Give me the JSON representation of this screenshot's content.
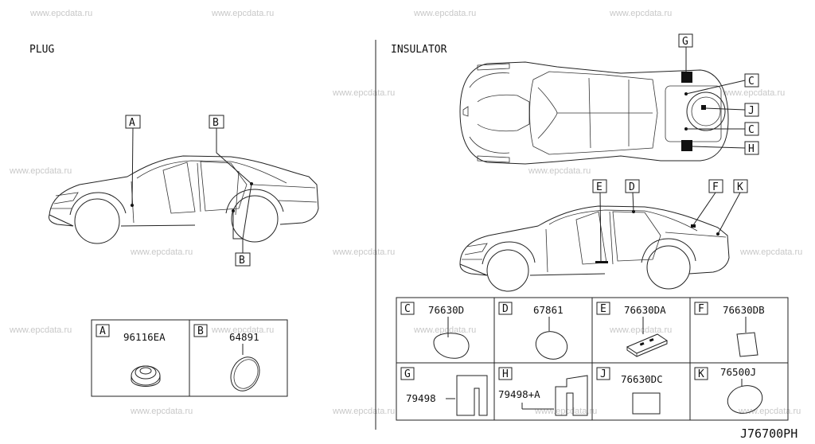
{
  "watermark": "www.epcdata.ru",
  "sections": {
    "plug": "PLUG",
    "insulator": "INSULATOR"
  },
  "drawing_code": "J76700PH",
  "callouts": {
    "plug_a": "A",
    "plug_b_top": "B",
    "plug_b_bottom": "B",
    "ins_g": "G",
    "ins_c_top": "C",
    "ins_j": "J",
    "ins_c_bottom": "C",
    "ins_h": "H",
    "ins_e": "E",
    "ins_d": "D",
    "ins_f": "F",
    "ins_k": "K"
  },
  "plug_parts": [
    {
      "letter": "A",
      "part_no": "96116EA"
    },
    {
      "letter": "B",
      "part_no": "64891"
    }
  ],
  "insulator_parts": [
    {
      "letter": "C",
      "part_no": "76630D"
    },
    {
      "letter": "D",
      "part_no": "67861"
    },
    {
      "letter": "E",
      "part_no": "76630DA"
    },
    {
      "letter": "F",
      "part_no": "76630DB"
    },
    {
      "letter": "G",
      "part_no": "79498"
    },
    {
      "letter": "H",
      "part_no": "79498+A"
    },
    {
      "letter": "J",
      "part_no": "76630DC"
    },
    {
      "letter": "K",
      "part_no": "76500J"
    }
  ]
}
